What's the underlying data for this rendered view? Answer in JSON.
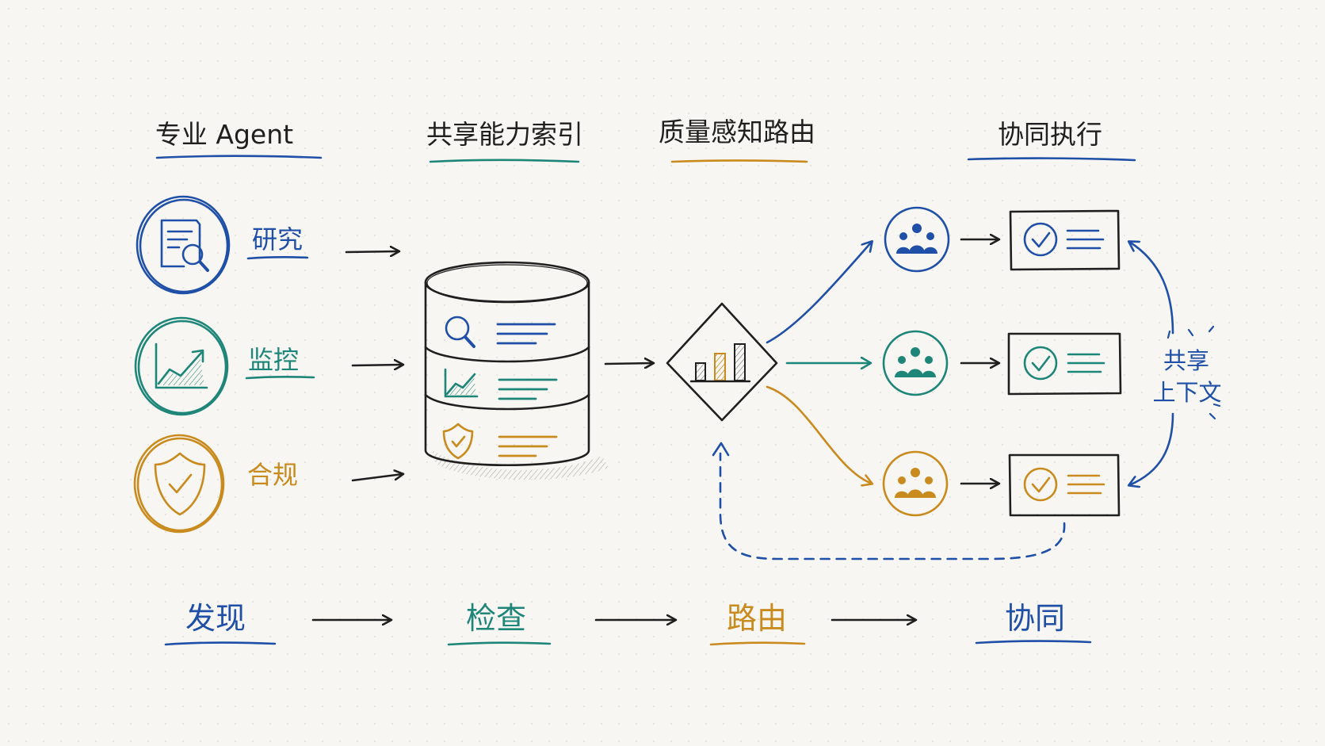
{
  "colors": {
    "ink": "#1f1f1f",
    "blue": "#1f4fa6",
    "teal": "#1e8579",
    "gold": "#c98a1e",
    "background": "#f7f6f2"
  },
  "headers": {
    "agents": "专业 Agent",
    "index": "共享能力索引",
    "routing": "质量感知路由",
    "execution": "协同执行"
  },
  "agents": [
    {
      "label": "研究",
      "icon": "document-search-icon",
      "color": "blue"
    },
    {
      "label": "监控",
      "icon": "trend-chart-icon",
      "color": "teal"
    },
    {
      "label": "合规",
      "icon": "shield-check-icon",
      "color": "gold"
    }
  ],
  "index_rows": [
    {
      "icon": "search-icon",
      "color": "blue"
    },
    {
      "icon": "trend-chart-icon",
      "color": "teal"
    },
    {
      "icon": "shield-check-icon",
      "color": "gold"
    }
  ],
  "router_icon": "bar-chart-icon",
  "teams": [
    {
      "icon": "team-icon",
      "color": "blue",
      "task_icon": "check-card-icon"
    },
    {
      "icon": "team-icon",
      "color": "teal",
      "task_icon": "check-card-icon"
    },
    {
      "icon": "team-icon",
      "color": "gold",
      "task_icon": "check-card-icon"
    }
  ],
  "shared_context": {
    "line1": "共享",
    "line2": "上下文"
  },
  "steps": [
    {
      "label": "发现",
      "color": "blue"
    },
    {
      "label": "检查",
      "color": "teal"
    },
    {
      "label": "路由",
      "color": "gold"
    },
    {
      "label": "协同",
      "color": "blue"
    }
  ]
}
